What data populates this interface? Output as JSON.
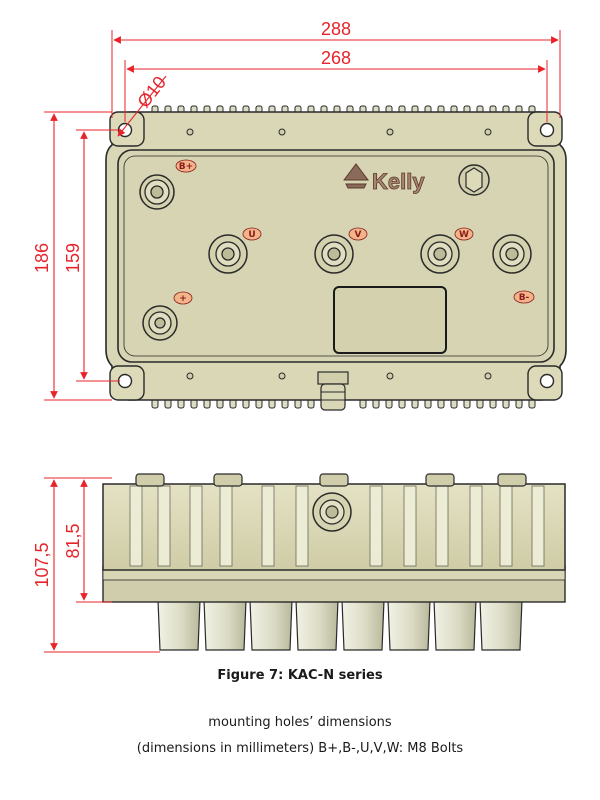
{
  "dimensions": {
    "overall_width": "288",
    "hole_spacing_width": "268",
    "hole_diameter": "Ø10",
    "overall_height": "186",
    "hole_spacing_height": "159",
    "side_overall_height": "107,5",
    "side_body_height": "81,5"
  },
  "brand": "Kelly",
  "terminals": {
    "b_plus": "B+",
    "u": "U",
    "v": "V",
    "w": "W",
    "plus": "+",
    "b_minus": "B-"
  },
  "colors": {
    "dimension": "#e8232a",
    "housing": "#d8d6b4",
    "fins": "#dcdcc2",
    "outline": "#2a2a2a",
    "label_badge": "#f4b48a"
  },
  "caption": {
    "title": "Figure 7: KAC-N series",
    "line1": "mounting holes’ dimensions",
    "line2": "(dimensions in millimeters) B+,B-,U,V,W: M8 Bolts"
  }
}
